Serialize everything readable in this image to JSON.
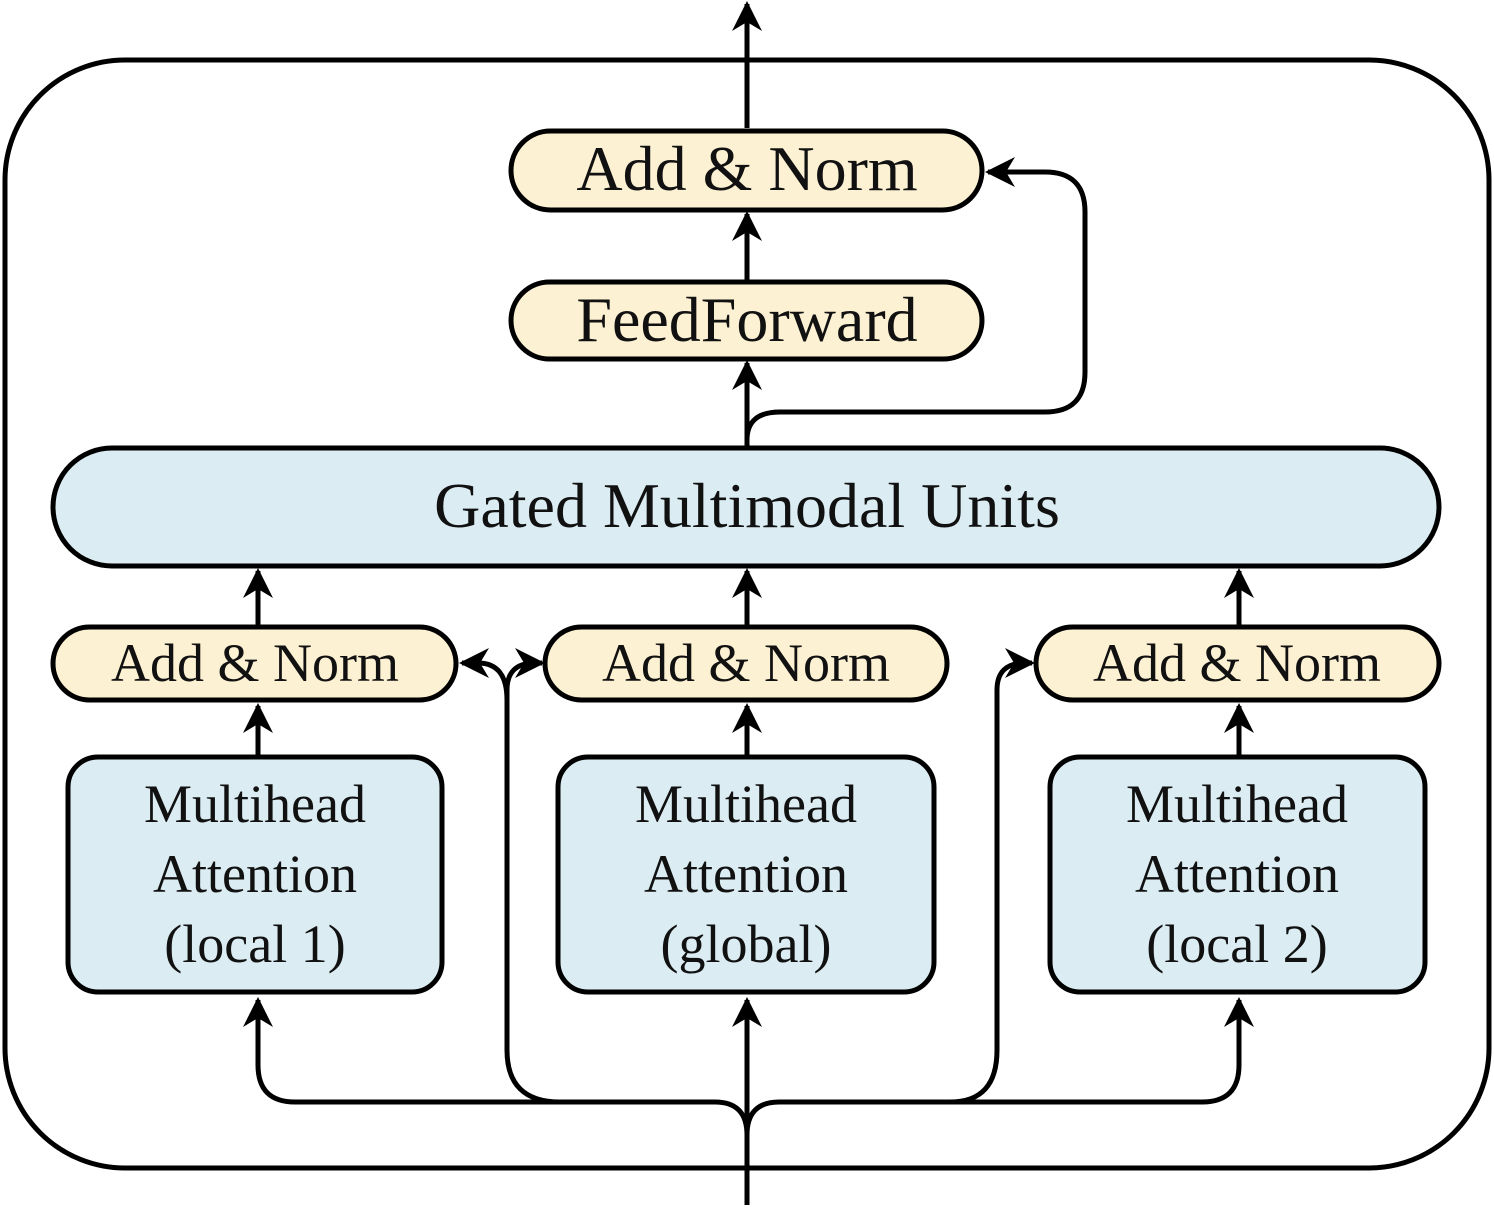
{
  "colors": {
    "norm_fill": "#fdf1d3",
    "unit_fill": "#dbedf3",
    "stroke": "#000000",
    "background": "#ffffff"
  },
  "blocks": {
    "top_add_norm": "Add & Norm",
    "feedforward": "FeedForward",
    "gated_units": "Gated Multimodal Units",
    "add_norm_local1": "Add & Norm",
    "add_norm_global": "Add & Norm",
    "add_norm_local2": "Add & Norm",
    "attention_local1": [
      "Multihead",
      "Attention",
      "(local 1)"
    ],
    "attention_global": [
      "Multihead",
      "Attention",
      "(global)"
    ],
    "attention_local2": [
      "Multihead",
      "Attention",
      "(local 2)"
    ]
  }
}
